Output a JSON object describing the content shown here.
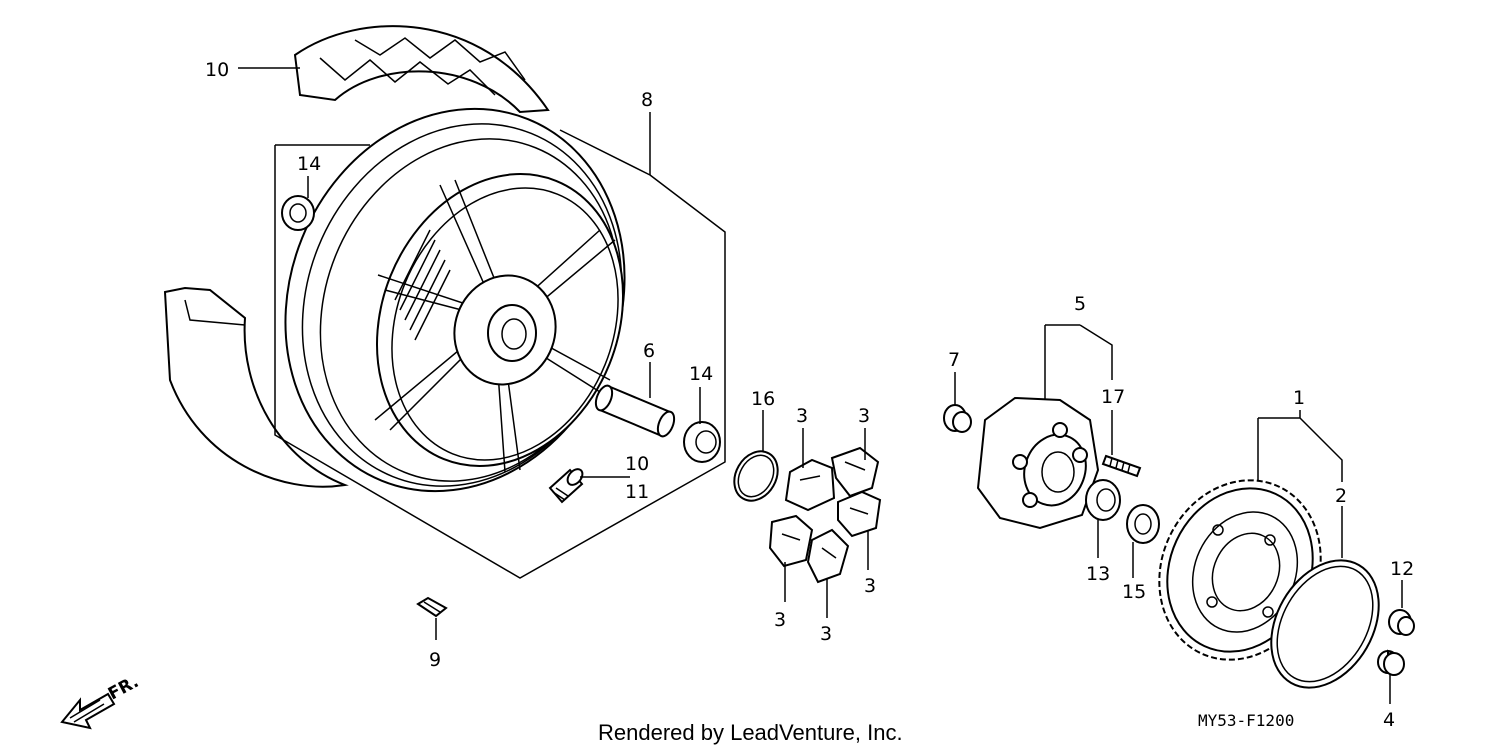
{
  "callouts": {
    "c10_tire": "10",
    "c8": "8",
    "c14_left": "14",
    "c6": "6",
    "c14_right": "14",
    "c10_valve": "10",
    "c11": "11",
    "c9": "9",
    "c16": "16",
    "c3_a": "3",
    "c3_b": "3",
    "c3_c": "3",
    "c3_d": "3",
    "c3_e": "3",
    "c7": "7",
    "c5": "5",
    "c17": "17",
    "c13": "13",
    "c15": "15",
    "c1": "1",
    "c2": "2",
    "c12": "12",
    "c4": "4"
  },
  "direction_label": "FR.",
  "credit": "Rendered by LeadVenture, Inc.",
  "diagram_code": "MY53-F1200",
  "colors": {
    "line": "#000000",
    "background": "#ffffff"
  }
}
